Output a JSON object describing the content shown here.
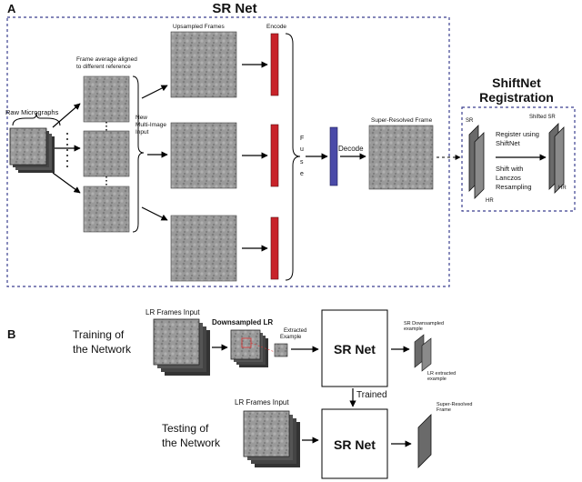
{
  "panel_a": {
    "letter": "A",
    "title": "SR Net",
    "raw_micrographs": "Raw Micrographs",
    "frame_average_line1": "Frame average aligned",
    "frame_average_line2": "to different reference",
    "new_input_line1": "New",
    "new_input_line2": "Multi-Image",
    "new_input_line3": "Input",
    "upsampled_frames": "Upsampled Frames",
    "encode": "Encode",
    "fuse": [
      "F",
      "u",
      "s",
      "e"
    ],
    "decode": "Decode",
    "super_resolved_frame": "Super-Resolved Frame"
  },
  "shiftnet": {
    "title_line1": "ShiftNet",
    "title_line2": "Registration",
    "sr": "SR",
    "hr": "HR",
    "shifted_sr": "Shifted SR",
    "hr2": "HR",
    "register_line1": "Register using",
    "register_line2": "ShiftNet",
    "shift_line1": "Shift with",
    "shift_line2": "Lanczos",
    "shift_line3": "Resampling"
  },
  "panel_b": {
    "letter": "B",
    "training_line1": "Training of",
    "training_line2": "the Network",
    "lr_frames_input_1": "LR Frames Input",
    "downsampled_lr": "Downsampled LR",
    "extracted_line1": "Extracted",
    "extracted_line2": "Example",
    "sr_net_1": "SR Net",
    "sr_example_line1": "SR Downsampled",
    "sr_example_line2": "example",
    "lr_example_line1": "LR extracted",
    "lr_example_line2": "example",
    "trained": "Trained",
    "testing_line1": "Testing of",
    "testing_line2": "the Network",
    "lr_frames_input_2": "LR Frames Input",
    "sr_net_2": "SR Net",
    "super_resolved_line1": "Super-Resolved",
    "super_resolved_line2": "Frame"
  },
  "colors": {
    "dashed_border": "#3b3f8f",
    "encode_bar": "#c8232a",
    "decode_bar": "#4a4aa8",
    "micrograph": "#8f8f8f"
  }
}
